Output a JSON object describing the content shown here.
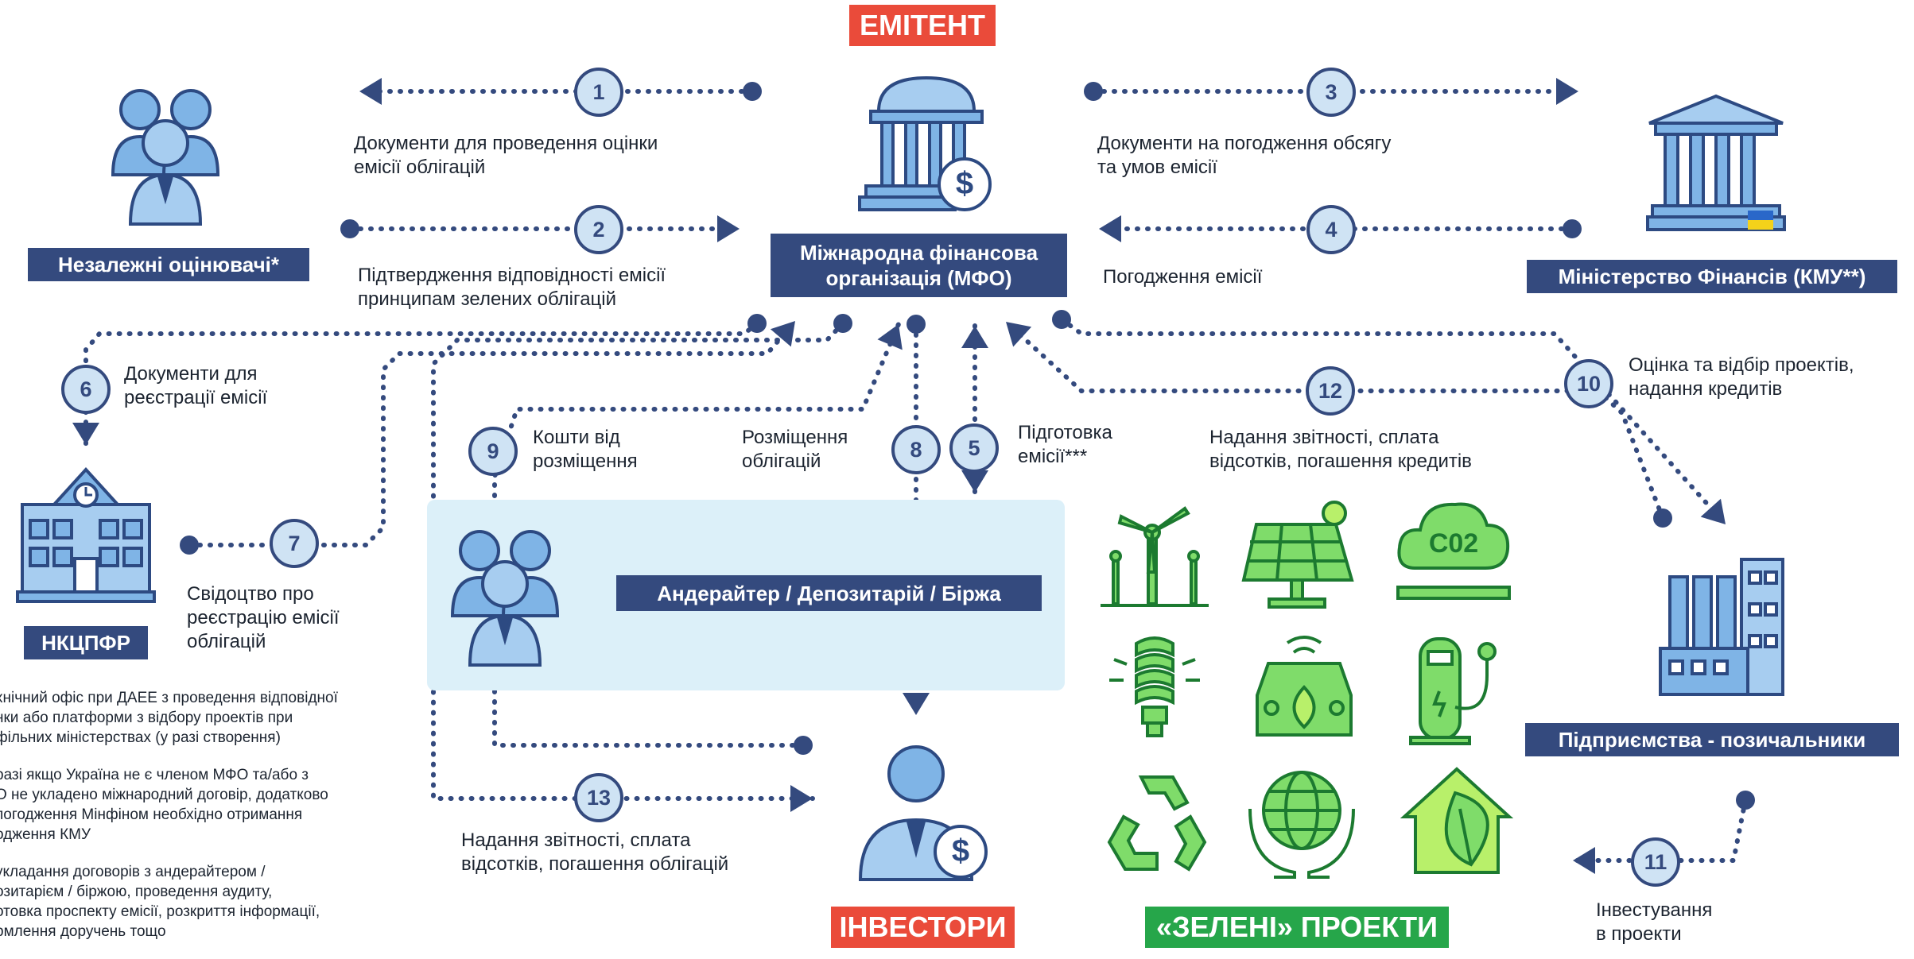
{
  "titles": {
    "issuer": "ЕМІТЕНТ",
    "investors": "ІНВЕСТОРИ",
    "green_projects": "«ЗЕЛЕНІ» ПРОЕКТИ"
  },
  "entities": {
    "evaluators": "Незалежні оцінювачі*",
    "mfo": "Міжнародна фінансова\nорганізація (МФО)",
    "ministry": "Міністерство Фінансів (КМУ**)",
    "nkcpfr": "НКЦПФР",
    "underwriter": "Андерайтер / Депозитарій / Біржа",
    "borrowers": "Підприємства - позичальники"
  },
  "steps": [
    {
      "n": "1",
      "text": "Документи для проведення оцінки\nемісії облігацій"
    },
    {
      "n": "2",
      "text": "Підтвердження відповідності емісії\nпринципам зелених облігацій"
    },
    {
      "n": "3",
      "text": "Документи на погодження обсягу\nта умов емісії"
    },
    {
      "n": "4",
      "text": "Погодження емісії"
    },
    {
      "n": "5",
      "text": "Підготовка\nемісії***"
    },
    {
      "n": "6",
      "text": "Документи для\nреєстрації емісії"
    },
    {
      "n": "7",
      "text": "Свідоцтво про\nреєстрацію емісії\nоблігацій"
    },
    {
      "n": "8",
      "text": "Розміщення\nоблігацій"
    },
    {
      "n": "9",
      "text": "Кошти від\nрозміщення"
    },
    {
      "n": "10",
      "text": "Оцінка та відбір проектів,\nнадання кредитів"
    },
    {
      "n": "11",
      "text": "Інвестування\nв проекти"
    },
    {
      "n": "12",
      "text": "Надання звітності, сплата\nвідсотків, погашення кредитів"
    },
    {
      "n": "13",
      "text": "Надання звітності, сплата\nвідсотків, погашення облігацій"
    }
  ],
  "icons": {
    "green": [
      "wind-turbine-icon",
      "solar-panel-icon",
      "co2-cloud-icon",
      "eco-bulb-icon",
      "electric-car-icon",
      "charging-station-icon",
      "recycle-icon",
      "globe-hands-icon",
      "green-house-icon"
    ],
    "co2_label": "C02"
  },
  "notes": [
    "хнічний офіс при ДАЕЕ з проведення відповідної\nнки або платформи з відбору проектів при\nфільних міністерствах  (у разі створення)",
    "разі якщо Україна не є членом МФО та/або з\nО не укладено міжнародний договір, додатково\nпогодження Мінфіном необхідно отримання\nодження КМУ",
    "укладання договорів з андерайтером /\nозитарієм / біржою, проведення аудиту,\nотовка проспекту емісії, розкриття інформації,\nрмлення доручень тощо"
  ],
  "colors": {
    "navy": "#344a7e",
    "circle_fill": "#cfe3f4",
    "red": "#ea4b3a",
    "green": "#26a64a",
    "icon_blue": "#7fb4e6",
    "icon_green": "#3dbf4e",
    "panel": "#dcf0f9"
  }
}
